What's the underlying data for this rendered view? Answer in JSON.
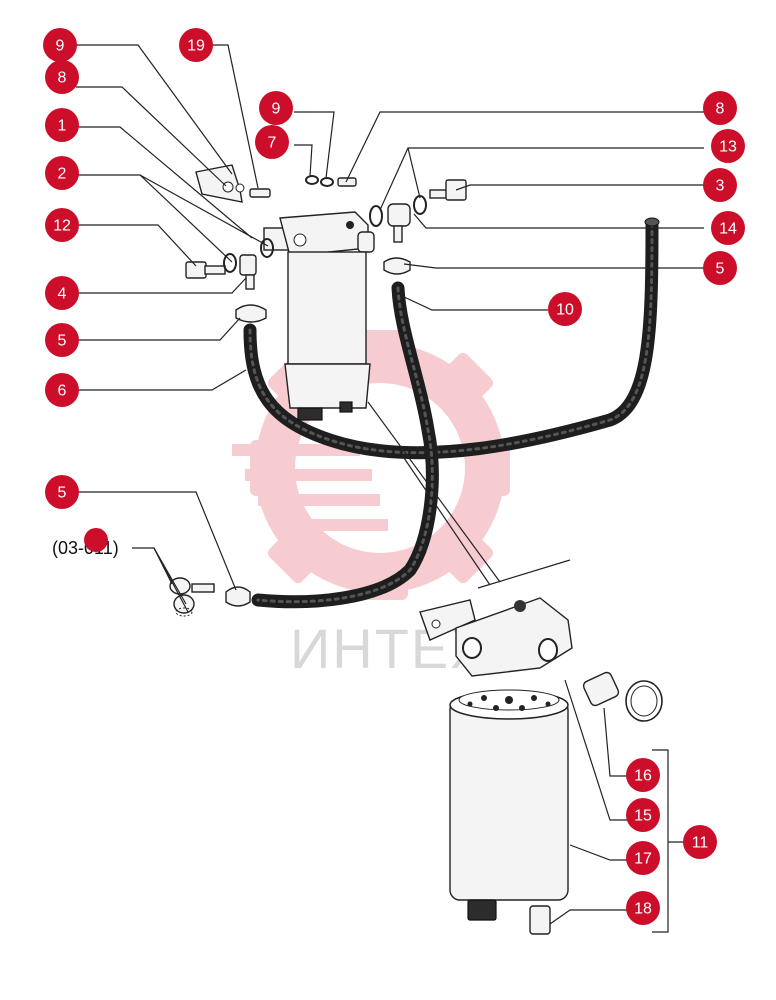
{
  "watermark": {
    "text": "ИНТЕХ",
    "color": "#e8b9bd"
  },
  "callout_color": "#cc0e2a",
  "reference_label": "(03-011)",
  "callouts": [
    {
      "label": "9"
    },
    {
      "label": "19"
    },
    {
      "label": "8"
    },
    {
      "label": "1"
    },
    {
      "label": "2"
    },
    {
      "label": "12"
    },
    {
      "label": "4"
    },
    {
      "label": "5"
    },
    {
      "label": "6"
    },
    {
      "label": "9"
    },
    {
      "label": "7"
    },
    {
      "label": "8"
    },
    {
      "label": "13"
    },
    {
      "label": "3"
    },
    {
      "label": "14"
    },
    {
      "label": "5"
    },
    {
      "label": "10"
    },
    {
      "label": "5"
    },
    {
      "label": "16"
    },
    {
      "label": "15"
    },
    {
      "label": "17"
    },
    {
      "label": "18"
    },
    {
      "label": "11"
    }
  ]
}
